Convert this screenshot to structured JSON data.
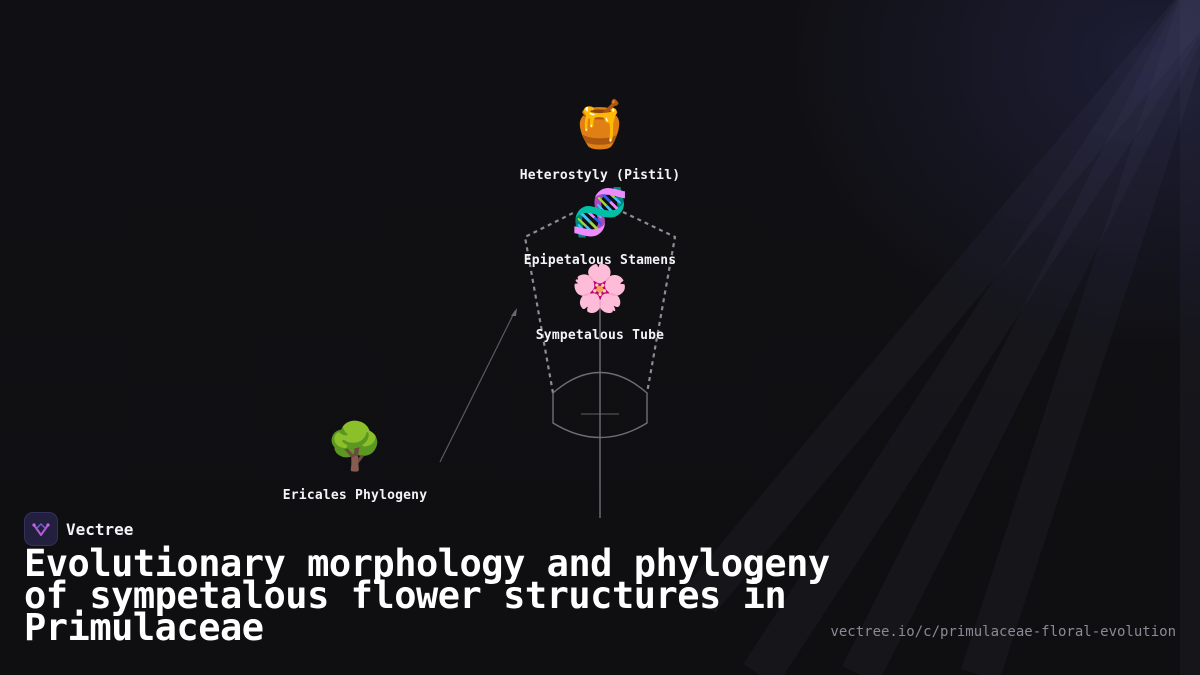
{
  "nodes": [
    {
      "id": "heterostyly",
      "label": "Heterostyly (Pistil)",
      "icon": "honey-pot-icon",
      "glyph": "🍯"
    },
    {
      "id": "stamens",
      "label": "Epipetalous Stamens",
      "icon": "dna-icon",
      "glyph": "🧬"
    },
    {
      "id": "tube",
      "label": "Sympetalous Tube",
      "icon": "cherry-blossom-icon",
      "glyph": "🌸"
    },
    {
      "id": "phylogeny",
      "label": "Ericales Phylogeny",
      "icon": "tree-icon",
      "glyph": "🌳"
    }
  ],
  "brand": {
    "name": "Vectree",
    "logo_icon": "vectree-logo-icon",
    "logo_color": "#b35bd6"
  },
  "title": "Evolutionary morphology and phylogeny of sympetalous flower structures in Primulaceae",
  "url": "vectree.io/c/primulaceae-floral-evolution",
  "colors": {
    "background": "#0f0f13",
    "line": "#8c8c94",
    "text": "#ffffff",
    "muted": "#8a8a94"
  }
}
